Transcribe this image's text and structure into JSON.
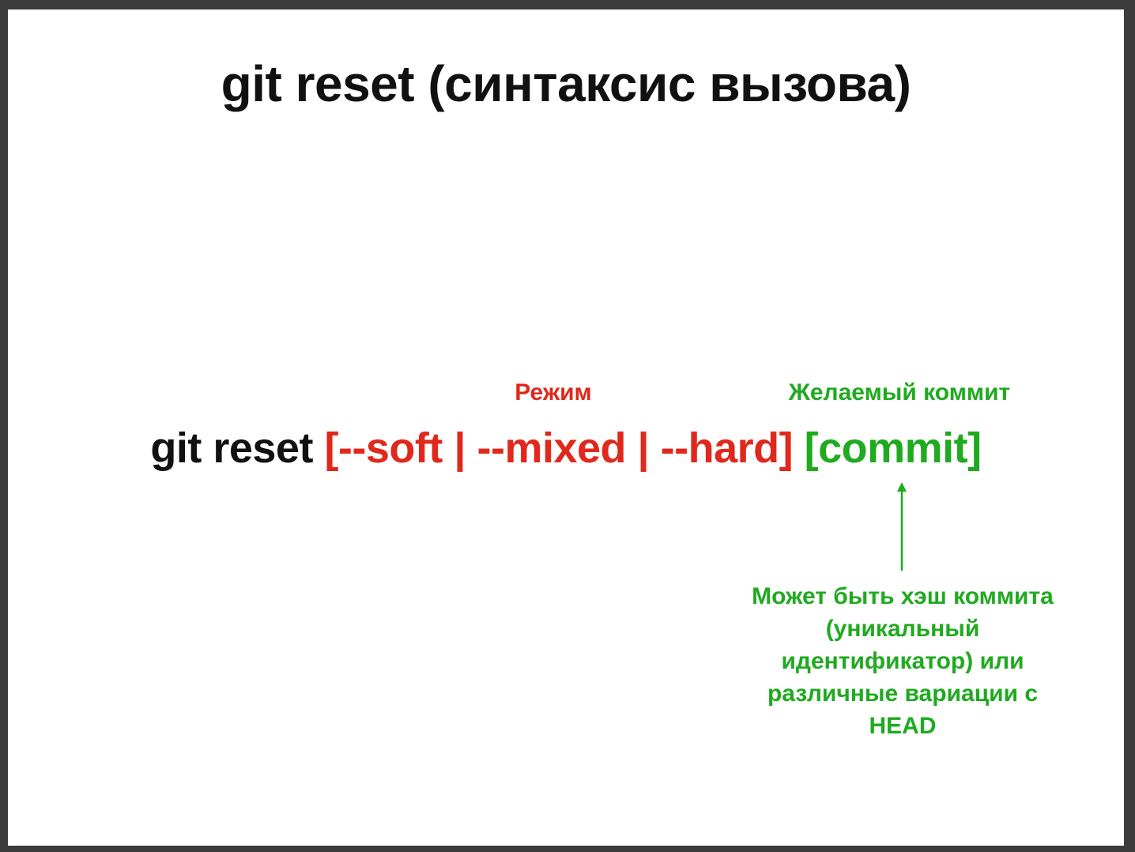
{
  "slide": {
    "title": "git reset (синтаксис вызова)",
    "mode_label": "Режим",
    "commit_label": "Желаемый коммит",
    "command": {
      "base": "git reset",
      "options": "[--soft | --mixed | --hard]",
      "commit": "[commit]"
    },
    "commit_note": "Может быть хэш коммита (уникальный идентификатор) или различные вариации с HEAD"
  },
  "colors": {
    "title": "#111111",
    "command_base": "#111111",
    "mode": "#e0281c",
    "commit": "#1faa1f"
  },
  "icons": {
    "arrow": "arrow-up-icon"
  }
}
